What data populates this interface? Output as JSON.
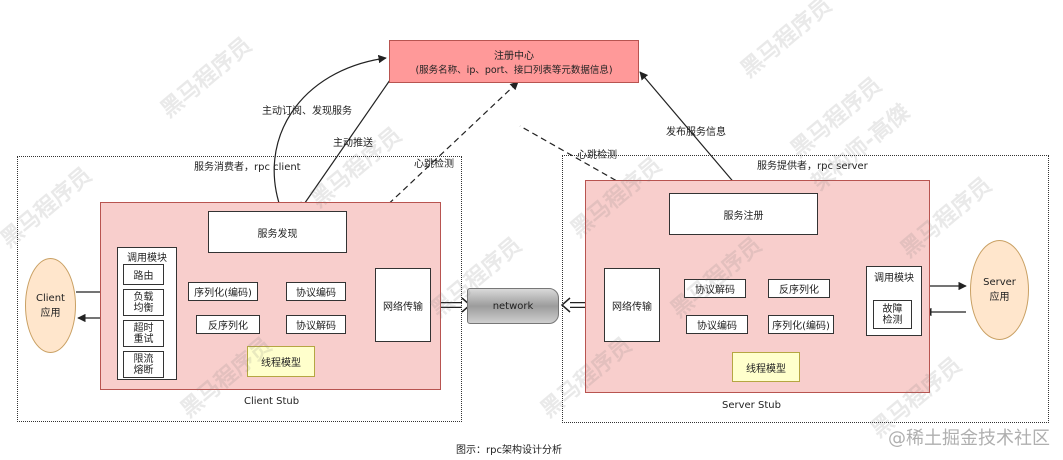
{
  "registry": {
    "title": "注册中心",
    "subtitle": "(服务名称、ip、port、接口列表等元数据信息)",
    "fill": "#ff9999"
  },
  "edges": {
    "subscribe": "主动订阅、发现服务",
    "push": "主动推送",
    "publish": "发布服务信息",
    "heartbeat_client": "心跳检测",
    "heartbeat_server": "心跳检测"
  },
  "client": {
    "region_label": "服务消费者，rpc client",
    "stub_label": "Client Stub",
    "app_line1": "Client",
    "app_line2": "应用",
    "service_discovery": "服务发现",
    "call_module_title": "调用模块",
    "call_items": [
      "路由",
      "负载\n均衡",
      "超时\n重试",
      "限流\n熔断"
    ],
    "serialize": "序列化(编码)",
    "protocol_encode": "协议编码",
    "deserialize": "反序列化",
    "protocol_decode": "协议解码",
    "network_transfer": "网络传输",
    "thread_model": "线程模型"
  },
  "network": {
    "label": "network"
  },
  "server": {
    "region_label": "服务提供者，rpc server",
    "stub_label": "Server Stub",
    "app_line1": "Server",
    "app_line2": "应用",
    "service_register": "服务注册",
    "network_transfer": "网络传输",
    "protocol_decode": "协议解码",
    "deserialize": "反序列化",
    "protocol_encode": "协议编码",
    "serialize": "序列化(编码)",
    "call_module_title": "调用模块",
    "call_items": [
      "故障\n检测"
    ],
    "thread_model": "线程模型"
  },
  "caption": "图示：rpc架构设计分析",
  "watermarks": [
    "黑马程序员",
    "架构师-高傑",
    "@稀土掘金技术社区"
  ],
  "colors": {
    "stub_fill": "#f8cecc",
    "app_fill": "#ffe6cc",
    "thread_fill": "#ffffcc",
    "network_fill": "#bfbfbf"
  }
}
